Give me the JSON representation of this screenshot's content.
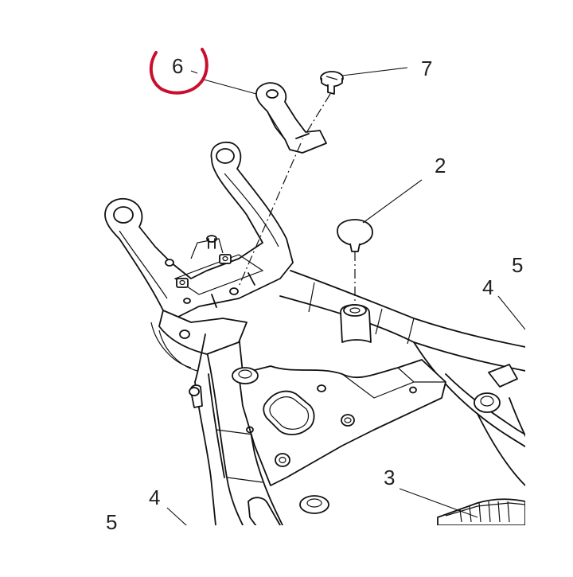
{
  "callouts": {
    "c6": "6",
    "c7": "7",
    "c2": "2",
    "c5_right": "5",
    "c4_right": "4",
    "c3": "3",
    "c4_left": "4",
    "c5_left": "5"
  },
  "highlight": {
    "callout": "6",
    "color": "#c8102e"
  }
}
